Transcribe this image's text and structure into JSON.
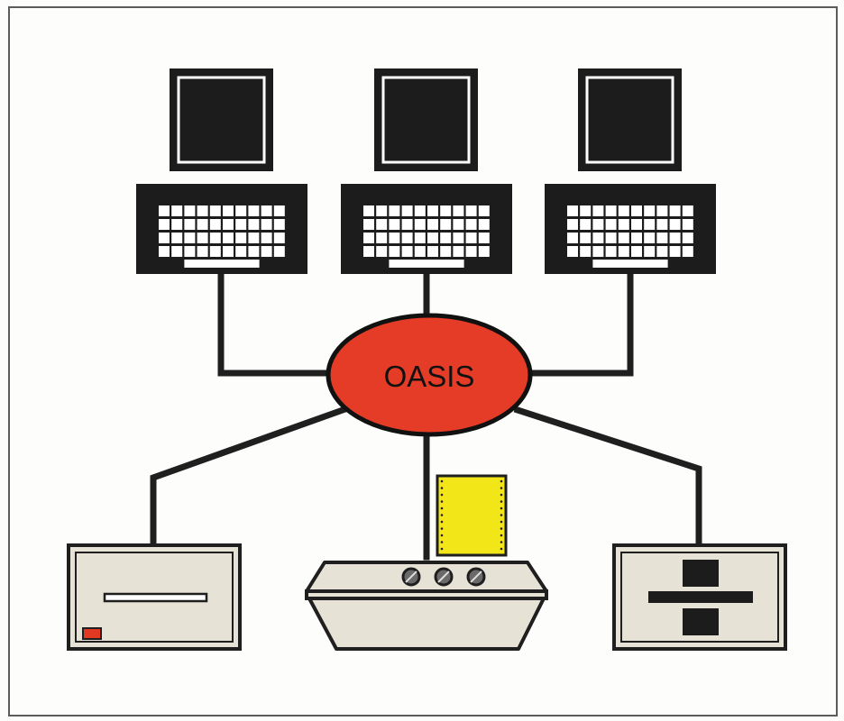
{
  "hub": {
    "label": "OASIS"
  },
  "colors": {
    "hub": "#e43c26",
    "line": "#1f1f1f",
    "terminal": "#1c1c1c",
    "device": "#e7e2d6",
    "paper": "#f2e619",
    "indicator": "#e23a22"
  },
  "nodes": [
    {
      "kind": "terminal",
      "icon": "computer-terminal-icon"
    },
    {
      "kind": "terminal",
      "icon": "computer-terminal-icon"
    },
    {
      "kind": "terminal",
      "icon": "computer-terminal-icon"
    },
    {
      "kind": "disk-drive",
      "icon": "disk-drive-icon"
    },
    {
      "kind": "printer",
      "icon": "printer-icon"
    },
    {
      "kind": "divider-unit",
      "icon": "divider-unit-icon"
    }
  ]
}
